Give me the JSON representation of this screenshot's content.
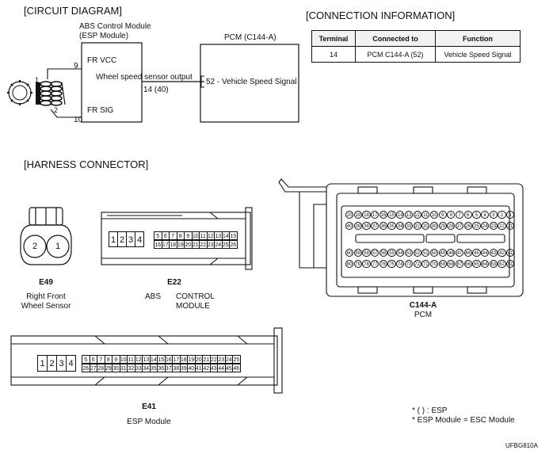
{
  "circuit": {
    "section_title": "[CIRCUIT DIAGRAM]",
    "abs_module_title_1": "ABS Control Module",
    "abs_module_title_2": "(ESP Module)",
    "pcm_title": "PCM (C144-A)",
    "pin_9": "9",
    "pin_10": "10",
    "fr_vcc": "FR VCC",
    "fr_sig": "FR SIG",
    "wheel_speed_output": "Wheel speed sensor output",
    "output_pin": "14 (40)",
    "pcm_pin": "52 - Vehicle Speed Signal",
    "sensor_pin_1": "1",
    "sensor_pin_2": "2"
  },
  "connection_info": {
    "section_title": "[CONNECTION INFORMATION]",
    "headers": [
      "Terminal",
      "Connected to",
      "Function"
    ],
    "rows": [
      [
        "14",
        "PCM C144-A (52)",
        "Vehicle Speed Signal"
      ]
    ]
  },
  "harness": {
    "section_title": "[HARNESS CONNECTOR]",
    "e49": {
      "id": "E49",
      "desc_1": "Right Front",
      "desc_2": "Wheel Sensor",
      "pins": [
        "2",
        "1"
      ]
    },
    "e22": {
      "id": "E22",
      "desc_left": "ABS",
      "desc_right_1": "CONTROL",
      "desc_right_2": "MODULE",
      "big_pins": [
        "1",
        "2",
        "3",
        "4"
      ],
      "row1": [
        "5",
        "6",
        "7",
        "8",
        "9",
        "10",
        "11",
        "12",
        "13",
        "14",
        "15"
      ],
      "row2": [
        "16",
        "17",
        "18",
        "19",
        "20",
        "21",
        "22",
        "23",
        "24",
        "25",
        "26"
      ]
    },
    "c144a": {
      "id": "C144-A",
      "desc": "PCM",
      "row1": [
        "20",
        "19",
        "18",
        "17",
        "16",
        "15",
        "14",
        "13",
        "12",
        "11",
        "10",
        "9",
        "8",
        "7",
        "6",
        "5",
        "4",
        "3",
        "2",
        "1"
      ],
      "row2": [
        "40",
        "39",
        "38",
        "37",
        "36",
        "35",
        "34",
        "33",
        "32",
        "31",
        "30",
        "29",
        "28",
        "27",
        "26",
        "25",
        "24",
        "23",
        "22",
        "21"
      ],
      "row3": [
        "60",
        "59",
        "58",
        "57",
        "56",
        "55",
        "54",
        "53",
        "52",
        "51",
        "50",
        "49",
        "48",
        "47",
        "46",
        "45",
        "44",
        "43",
        "42",
        "41"
      ],
      "row4": [
        "80",
        "79",
        "78",
        "77",
        "76",
        "75",
        "74",
        "73",
        "72",
        "71",
        "70",
        "69",
        "68",
        "67",
        "66",
        "65",
        "64",
        "63",
        "62",
        "61"
      ]
    },
    "e41": {
      "id": "E41",
      "desc": "ESP Module",
      "big_pins": [
        "1",
        "2",
        "3",
        "4"
      ],
      "row1": [
        "5",
        "6",
        "7",
        "8",
        "9",
        "10",
        "11",
        "12",
        "13",
        "14",
        "15",
        "16",
        "17",
        "18",
        "19",
        "20",
        "21",
        "22",
        "23",
        "24",
        "25"
      ],
      "row2": [
        "26",
        "27",
        "28",
        "29",
        "30",
        "31",
        "32",
        "33",
        "34",
        "35",
        "36",
        "37",
        "38",
        "39",
        "40",
        "41",
        "42",
        "43",
        "44",
        "45",
        "46"
      ]
    }
  },
  "notes": {
    "note_1": "* ( ) : ESP",
    "note_2": "* ESP Module = ESC Module"
  },
  "figure_code": "UFBG810A"
}
